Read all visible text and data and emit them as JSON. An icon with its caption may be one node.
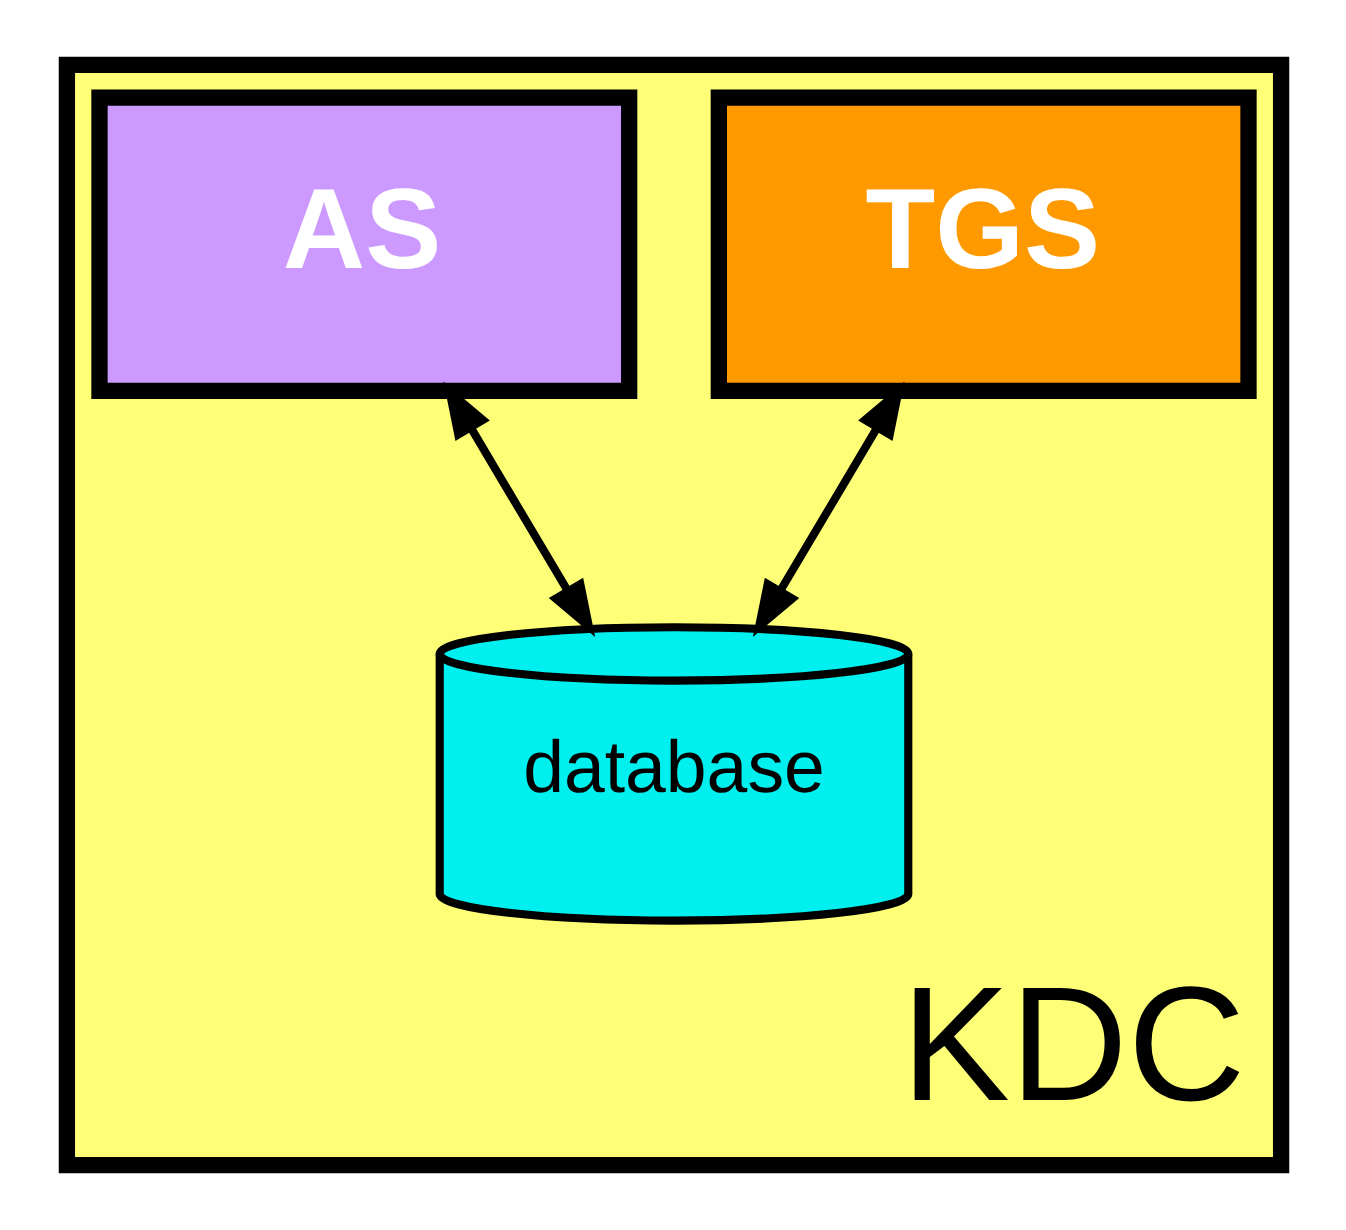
{
  "diagram": {
    "nodes": [
      {
        "text": [
          "KDC"
        ]
      },
      {
        "text": [
          "AS"
        ],
        "in": 0
      },
      {
        "text": [
          "TGS"
        ],
        "in": 0
      },
      {
        "text": [
          "database"
        ],
        "in": 0
      }
    ],
    "edges": [
      {
        "from": 1,
        "to": 3,
        "arrow": "both"
      },
      {
        "from": 2,
        "to": 3,
        "arrow": "both"
      }
    ]
  }
}
